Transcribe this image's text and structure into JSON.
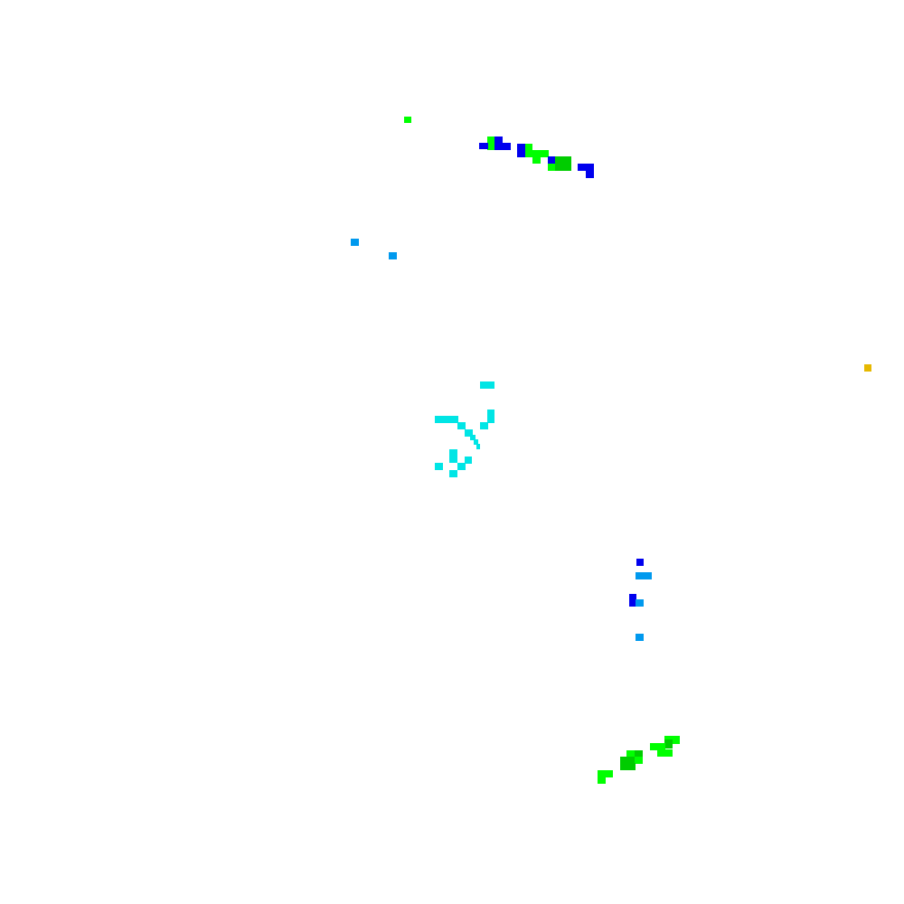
{
  "palette": {
    "background": "#ffffff",
    "bright_green": "#00ff00",
    "dark_green": "#00cc00",
    "blue": "#0000ee",
    "sky_blue": "#0099ee",
    "cyan": "#00e5e5",
    "gold": "#e6b800"
  },
  "clusters": [
    {
      "name": "top-streak",
      "cells": [
        {
          "c": "bright_green",
          "n": 1
        },
        {
          "c": "bright_green",
          "n": 2
        },
        {
          "c": "blue",
          "n": 6
        },
        {
          "c": "dark_green",
          "n": 3
        }
      ]
    },
    {
      "name": "left-specks",
      "cells": [
        {
          "c": "sky_blue",
          "n": 2
        }
      ]
    },
    {
      "name": "center-swirl",
      "cells": [
        {
          "c": "cyan",
          "n": 12
        }
      ]
    },
    {
      "name": "right-column",
      "cells": [
        {
          "c": "blue",
          "n": 2
        },
        {
          "c": "sky_blue",
          "n": 3
        }
      ]
    },
    {
      "name": "bottom-streak",
      "cells": [
        {
          "c": "bright_green",
          "n": 6
        },
        {
          "c": "dark_green",
          "n": 4
        }
      ]
    },
    {
      "name": "edge-dot",
      "cells": [
        {
          "c": "gold",
          "n": 1
        }
      ]
    }
  ]
}
